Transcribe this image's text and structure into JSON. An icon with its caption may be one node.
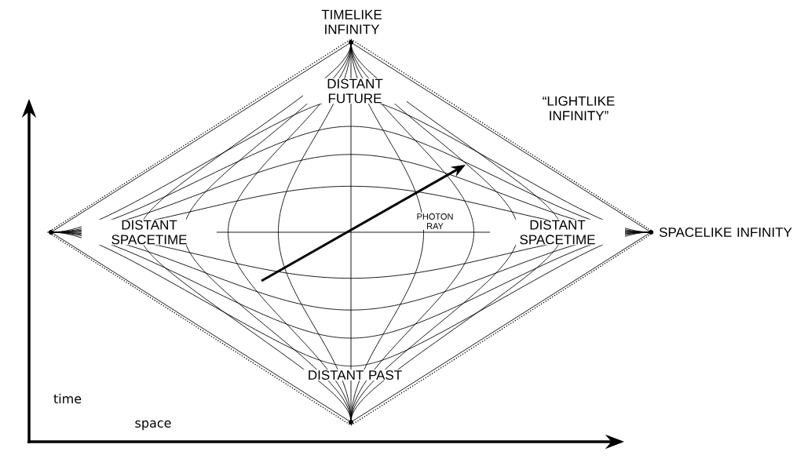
{
  "diagram": {
    "labels": [
      "TIMELIKE INFINITY",
      "DISTANT FUTURE",
      "“LIGHTLIKE INFINITY”",
      "PHOTON RAY",
      "DISTANT SPACETIME",
      "DISTANT SPACETIME",
      "SPACELIKE INFINITY",
      "DISTANT PAST",
      "time",
      "space"
    ]
  }
}
